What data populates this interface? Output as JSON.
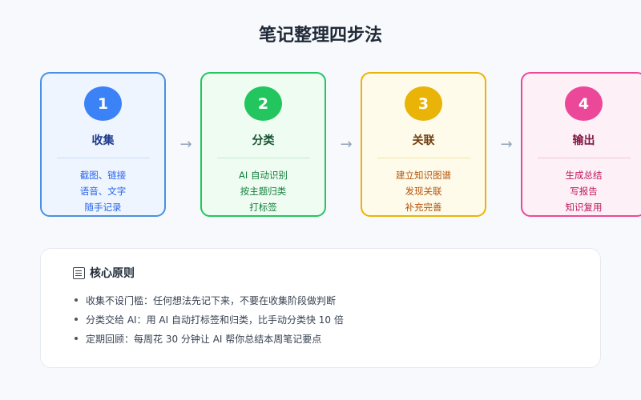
{
  "title": "笔记整理四步法",
  "steps": [
    {
      "number": "1",
      "name": "收集",
      "lines": [
        "截图、链接",
        "语音、文字",
        "随手记录"
      ],
      "color": "#3b82f6"
    },
    {
      "number": "2",
      "name": "分类",
      "lines": [
        "AI 自动识别",
        "按主题归类",
        "打标签"
      ],
      "color": "#22c55e"
    },
    {
      "number": "3",
      "name": "关联",
      "lines": [
        "建立知识图谱",
        "发现关联",
        "补充完善"
      ],
      "color": "#eab308"
    },
    {
      "number": "4",
      "name": "输出",
      "lines": [
        "生成总结",
        "写报告",
        "知识复用"
      ],
      "color": "#ec4899"
    }
  ],
  "arrow_glyph": "→",
  "principles": {
    "icon": "memo-icon",
    "heading": "核心原则",
    "items": [
      "收集不设门槛：任何想法先记下来，不要在收集阶段做判断",
      "分类交给 AI：用 AI 自动打标签和归类，比手动分类快 10 倍",
      "定期回顾：每周花 30 分钟让 AI 帮你总结本周笔记要点"
    ]
  }
}
